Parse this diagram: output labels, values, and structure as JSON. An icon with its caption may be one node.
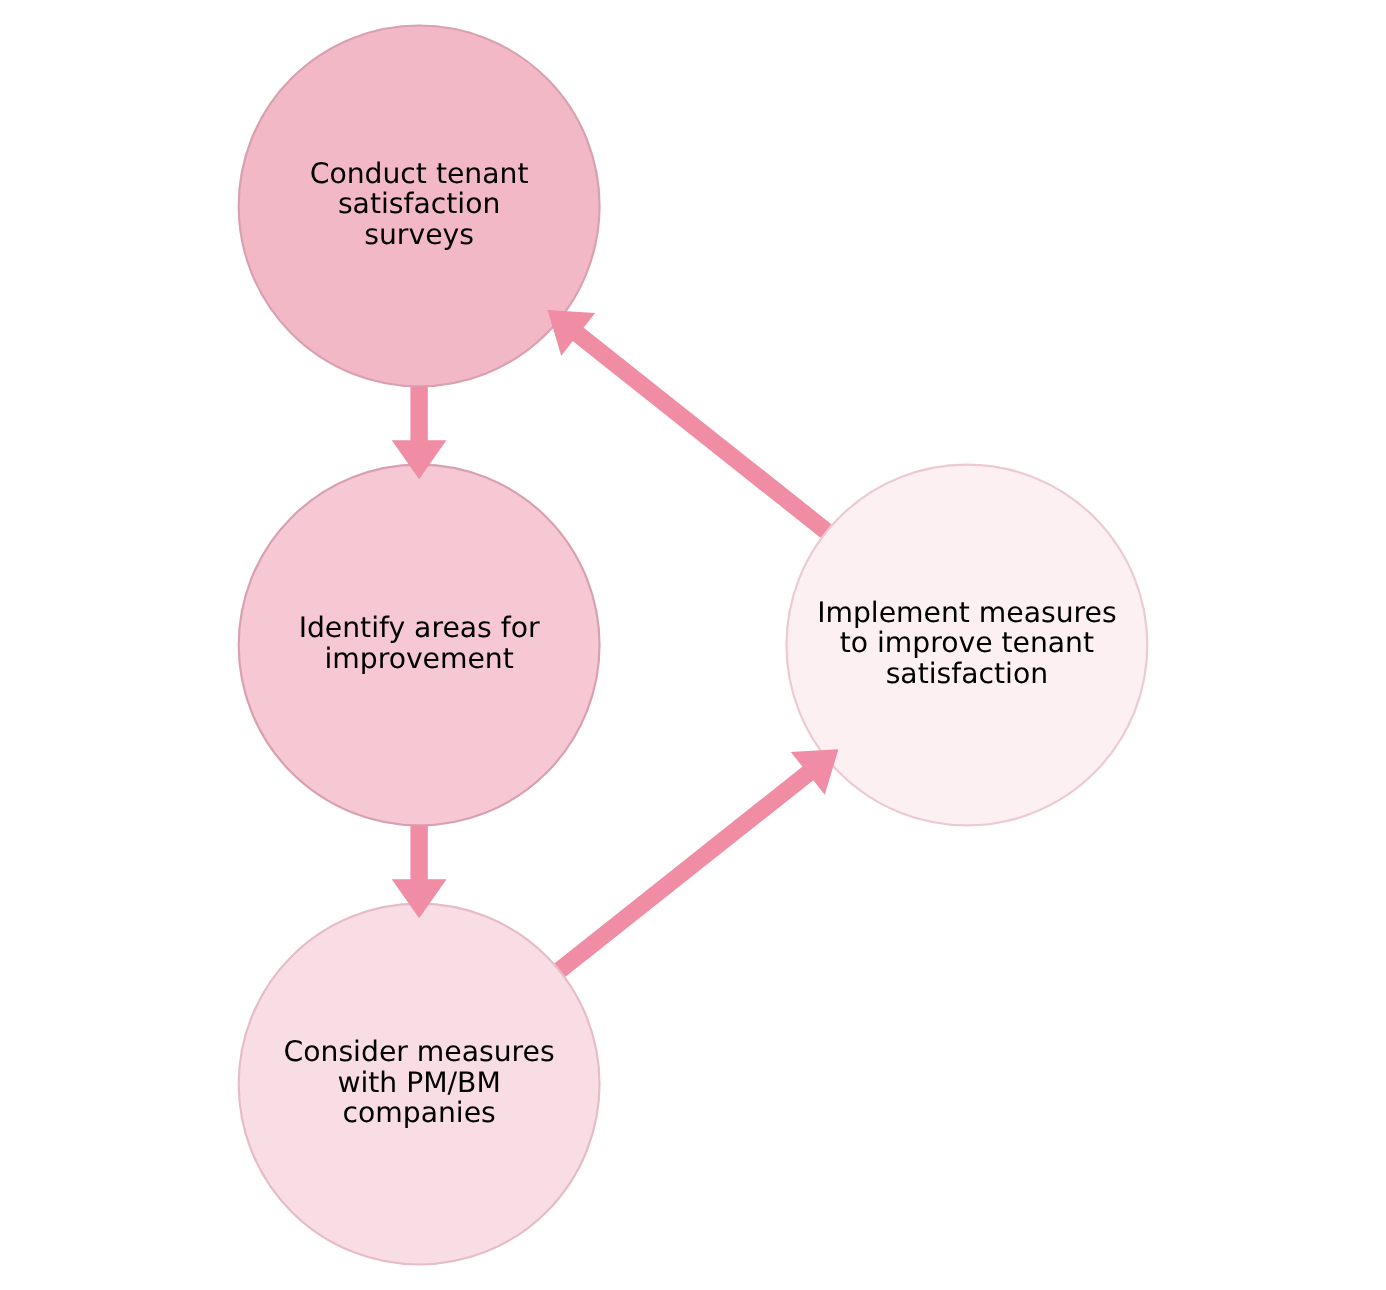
{
  "diagram": {
    "nodes": [
      {
        "text": [
          "Conduct tenant satisfaction surveys"
        ]
      },
      {
        "text": [
          "Identify areas for improvement"
        ]
      },
      {
        "text": [
          "Consider measures with PM/BM companies"
        ]
      },
      {
        "text": [
          "Implement measures to improve tenant satisfaction"
        ]
      }
    ],
    "edges": [
      {
        "from": 0,
        "to": 1,
        "arrow": "to"
      },
      {
        "from": 1,
        "to": 2,
        "arrow": "to"
      },
      {
        "from": 2,
        "to": 3,
        "arrow": "to"
      },
      {
        "from": 3,
        "to": 0,
        "arrow": "to"
      }
    ]
  }
}
